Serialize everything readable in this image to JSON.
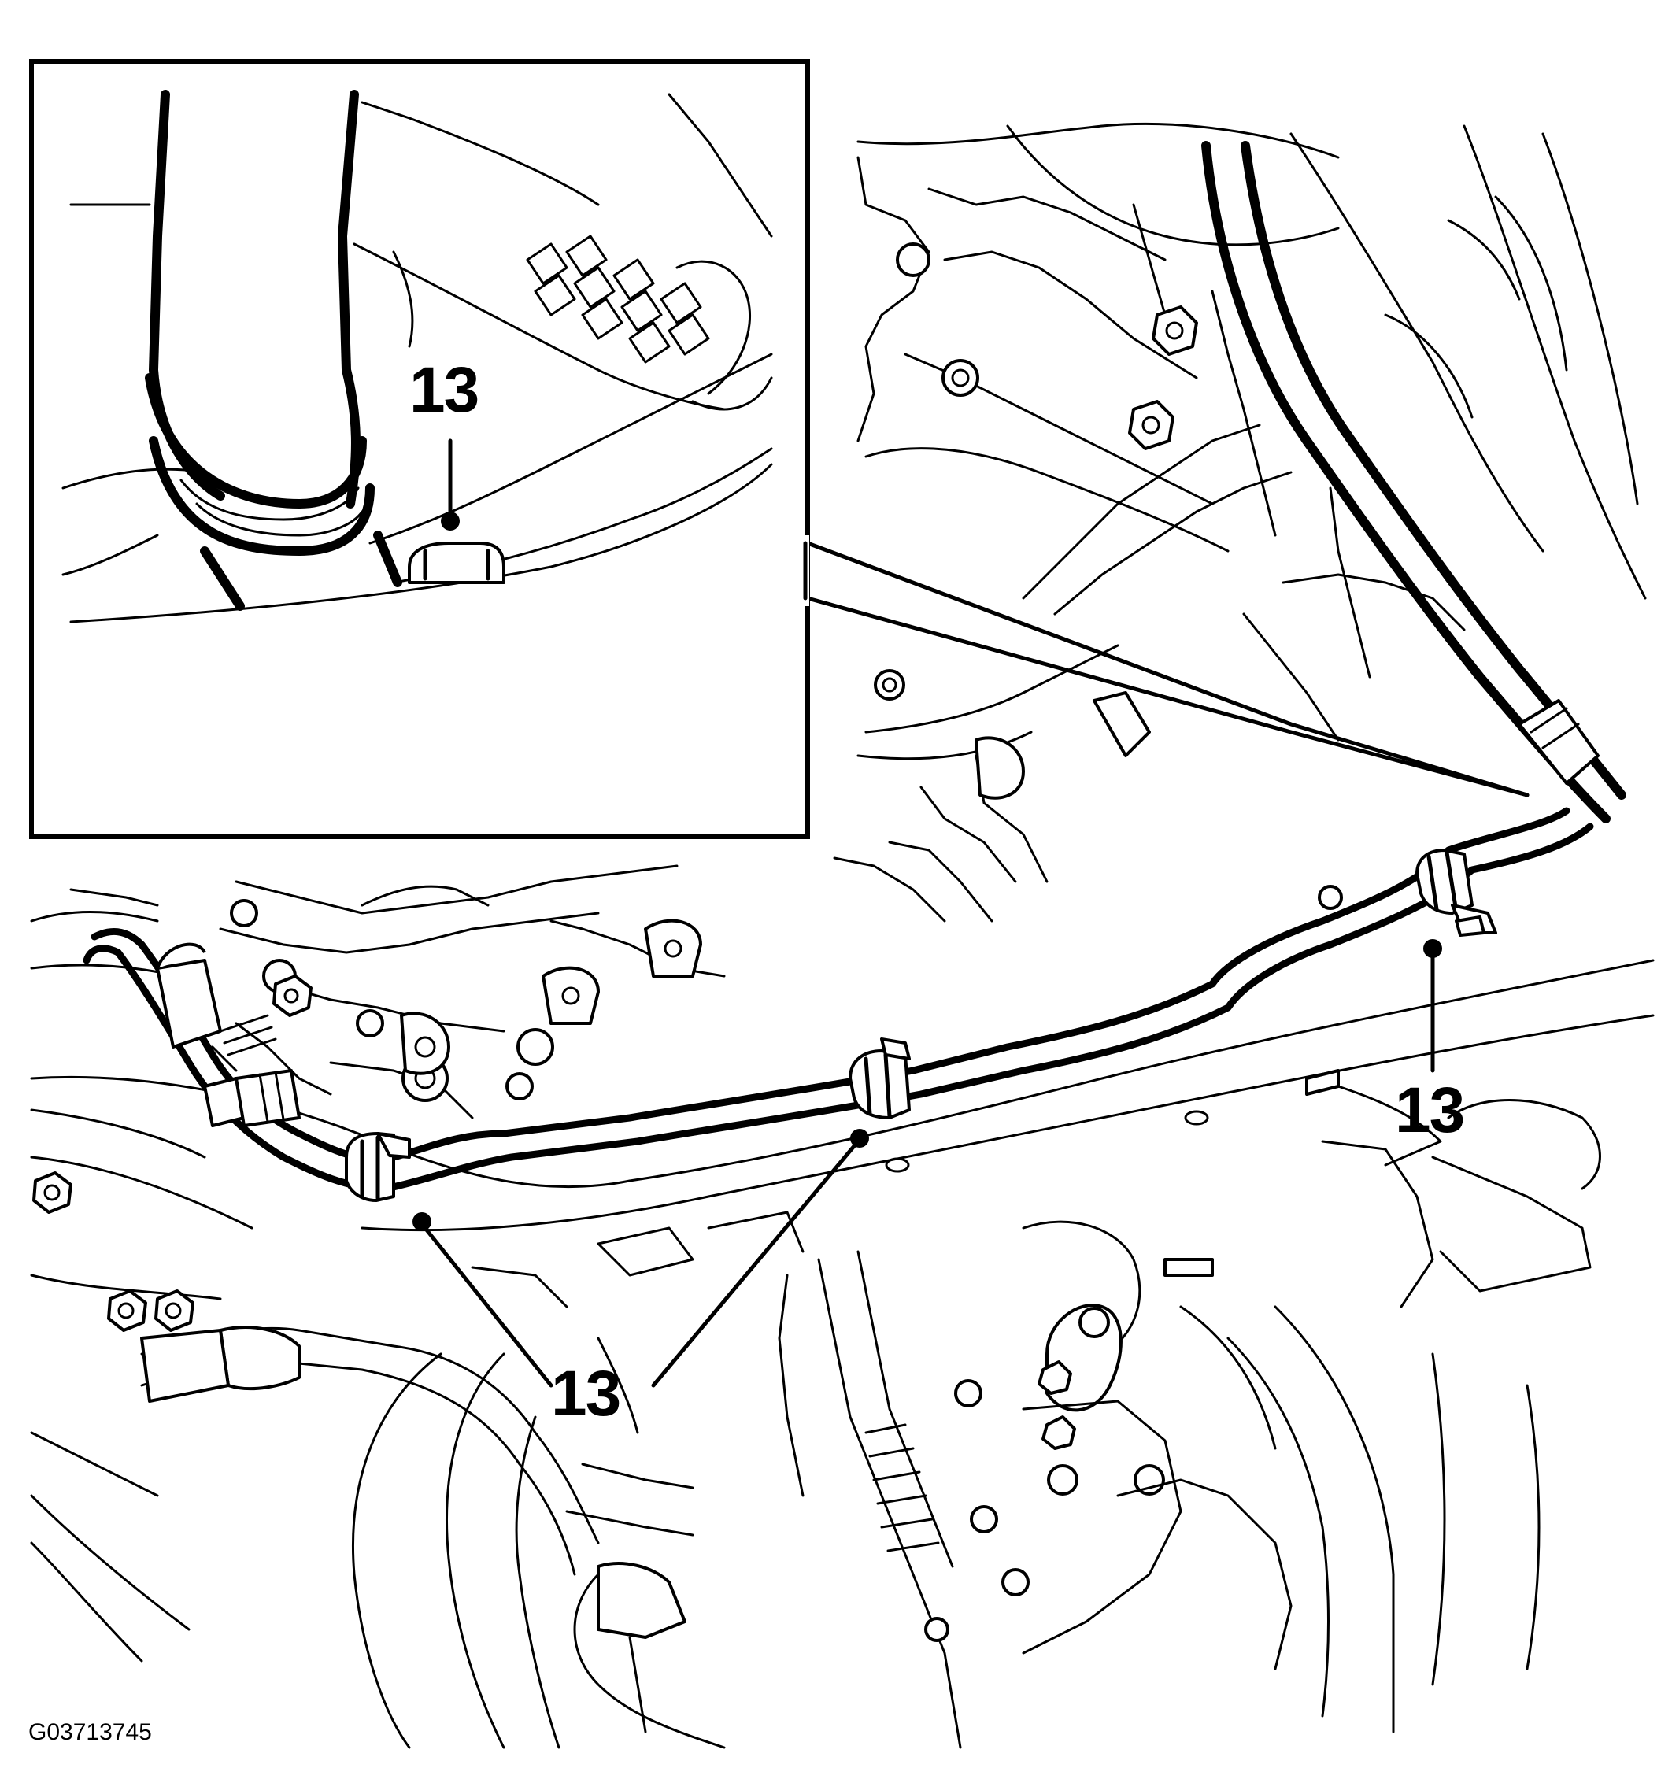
{
  "figure": {
    "id_label": "G03713745"
  },
  "callouts": [
    {
      "label": "13",
      "target": "inset-clip"
    },
    {
      "label": "13",
      "target": "clip-right"
    },
    {
      "label": "13",
      "target": "clips-center-left"
    }
  ],
  "colors": {
    "line": "#000000",
    "background": "#ffffff"
  }
}
